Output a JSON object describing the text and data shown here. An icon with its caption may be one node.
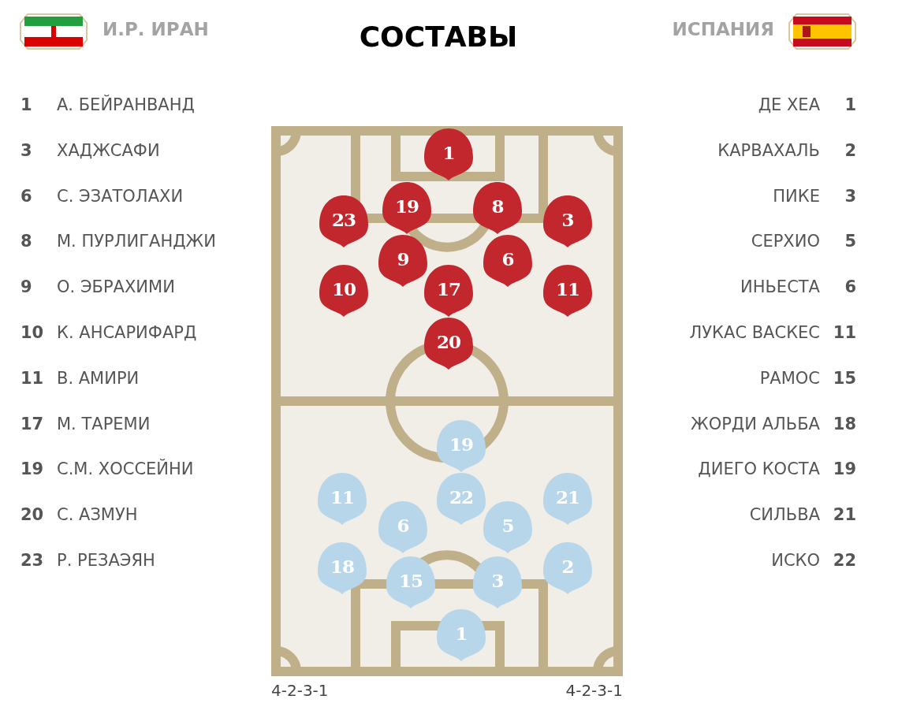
{
  "diagram": {
    "title": "СОСТАВЫ",
    "nodes": [
      {
        "text": [
          "1"
        ]
      },
      {
        "text": [
          "19"
        ]
      },
      {
        "text": [
          "8"
        ]
      },
      {
        "text": [
          "23"
        ]
      },
      {
        "text": [
          "3"
        ]
      },
      {
        "text": [
          "9"
        ]
      },
      {
        "text": [
          "6"
        ]
      },
      {
        "text": [
          "10"
        ]
      },
      {
        "text": [
          "17"
        ]
      },
      {
        "text": [
          "11"
        ]
      },
      {
        "text": [
          "20"
        ]
      },
      {
        "text": [
          "19"
        ]
      },
      {
        "text": [
          "11"
        ]
      },
      {
        "text": [
          "22"
        ]
      },
      {
        "text": [
          "21"
        ]
      },
      {
        "text": [
          "6"
        ]
      },
      {
        "text": [
          "5"
        ]
      },
      {
        "text": [
          "18"
        ]
      },
      {
        "text": [
          "2"
        ]
      },
      {
        "text": [
          "15"
        ]
      },
      {
        "text": [
          "3"
        ]
      },
      {
        "text": [
          "1"
        ]
      }
    ],
    "labels": [
      "И.Р. ИРАН",
      "ИСПАНИЯ",
      "1",
      "А. БЕЙРАНВАНД",
      "ДЕ ХЕА",
      "1",
      "3",
      "ХАДЖСАФИ",
      "КАРВАХАЛЬ",
      "2",
      "6",
      "С. ЭЗАТОЛАХИ",
      "ПИКЕ",
      "3",
      "8",
      "М. ПУРЛИГАНДЖИ",
      "СЕРХИО",
      "5",
      "9",
      "О. ЭБРАХИМИ",
      "ИНЬЕСТА",
      "6",
      "10",
      "К. АНСАРИФАРД",
      "ЛУКАС ВАСКЕС",
      "11",
      "11",
      "В. АМИРИ",
      "РАМОС",
      "15",
      "17",
      "М. ТАРЕМИ",
      "ЖОРДИ АЛЬБА",
      "18",
      "19",
      "С.М. ХОССЕЙНИ",
      "ДИЕГО КОСТА",
      "19",
      "20",
      "С. АЗМУН",
      "СИЛЬВА",
      "21",
      "23",
      "Р. РЕЗАЭЯН",
      "ИСКО",
      "22",
      "4-2-3-1",
      "4-2-3-1"
    ]
  }
}
